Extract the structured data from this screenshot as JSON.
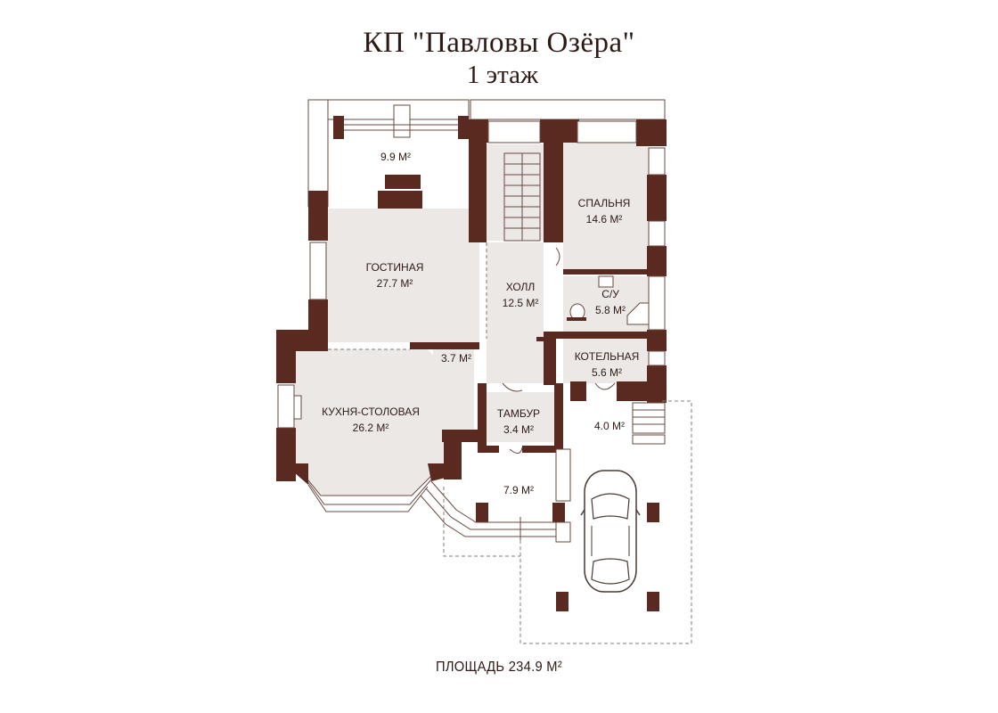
{
  "header": {
    "title": "КП \"Павловы Озёра\"",
    "floor": "1 этаж"
  },
  "footer": {
    "total_area": "ПЛОЩАДЬ 234.9 М²"
  },
  "rooms": {
    "terrace_top": {
      "area": "9.9 М²"
    },
    "living": {
      "name": "ГОСТИНАЯ",
      "area": "27.7 М²"
    },
    "hall": {
      "name": "ХОЛЛ",
      "area": "12.5 М²"
    },
    "bedroom": {
      "name": "СПАЛЬНЯ",
      "area": "14.6 М²"
    },
    "bathroom": {
      "name": "С/У",
      "area": "5.8 М²"
    },
    "boiler": {
      "name": "КОТЕЛЬНАЯ",
      "area": "5.6 М²"
    },
    "storage": {
      "area": "3.7 М²"
    },
    "kitchen": {
      "name": "КУХНЯ-СТОЛОВАЯ",
      "area": "26.2 М²"
    },
    "vestibule": {
      "name": "ТАМБУР",
      "area": "3.4 М²"
    },
    "porch": {
      "area": "7.9 М²"
    },
    "side_room": {
      "area": "4.0 М²"
    }
  },
  "colors": {
    "wall": "#5a2a20",
    "floor": "#ebe8e6",
    "text": "#2e1a14"
  }
}
